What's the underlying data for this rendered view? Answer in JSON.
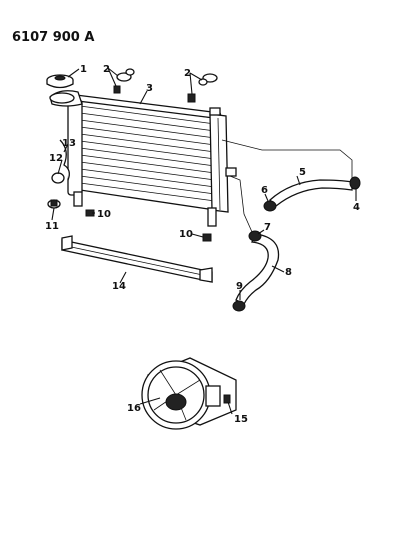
{
  "diagram": {
    "code": "6107 900 A",
    "callouts": [
      {
        "id": "1",
        "label": "1"
      },
      {
        "id": "2a",
        "label": "2"
      },
      {
        "id": "2b",
        "label": "2"
      },
      {
        "id": "3",
        "label": "3"
      },
      {
        "id": "4",
        "label": "4"
      },
      {
        "id": "5",
        "label": "5"
      },
      {
        "id": "6",
        "label": "6"
      },
      {
        "id": "7",
        "label": "7"
      },
      {
        "id": "8",
        "label": "8"
      },
      {
        "id": "9",
        "label": "9"
      },
      {
        "id": "10a",
        "label": "10"
      },
      {
        "id": "10b",
        "label": "10"
      },
      {
        "id": "11",
        "label": "11"
      },
      {
        "id": "12",
        "label": "12"
      },
      {
        "id": "13",
        "label": "13"
      },
      {
        "id": "14",
        "label": "14"
      },
      {
        "id": "15",
        "label": "15"
      },
      {
        "id": "16",
        "label": "16"
      }
    ]
  }
}
